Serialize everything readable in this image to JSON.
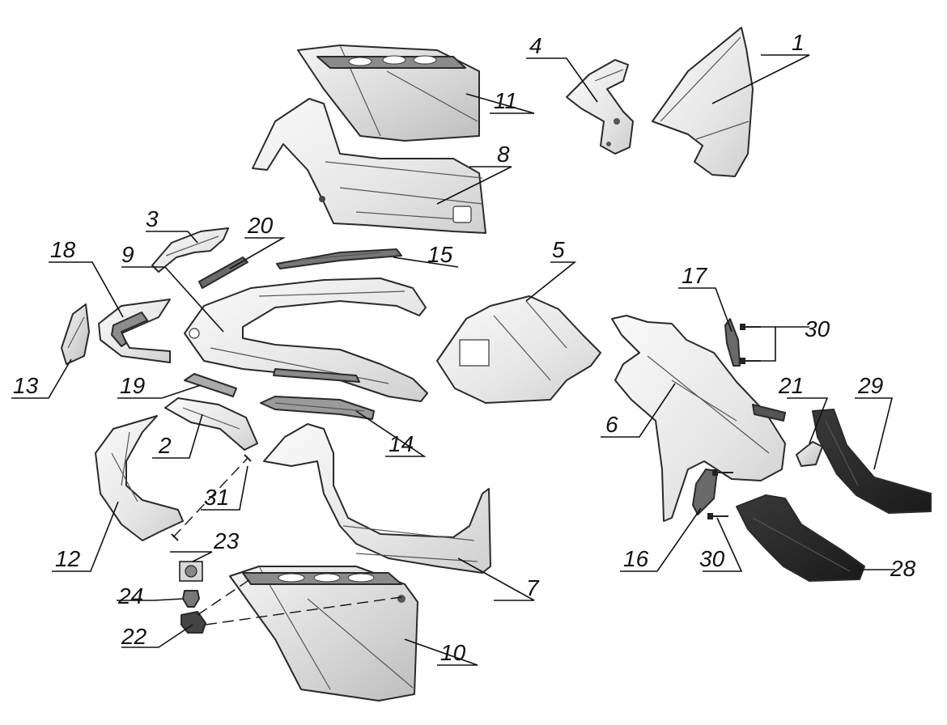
{
  "diagram": {
    "type": "exploded-parts-view",
    "colors": {
      "line": "#2a2a2a",
      "panel_light": "#f2f2f2",
      "panel_mid": "#d9d9d9",
      "panel_dark": "#262626",
      "background": "#ffffff"
    },
    "callouts": [
      {
        "id": "c1",
        "label": "1"
      },
      {
        "id": "c2",
        "label": "2"
      },
      {
        "id": "c3",
        "label": "3"
      },
      {
        "id": "c4",
        "label": "4"
      },
      {
        "id": "c5",
        "label": "5"
      },
      {
        "id": "c6",
        "label": "6"
      },
      {
        "id": "c7",
        "label": "7"
      },
      {
        "id": "c8",
        "label": "8"
      },
      {
        "id": "c9",
        "label": "9"
      },
      {
        "id": "c10",
        "label": "10"
      },
      {
        "id": "c11",
        "label": "11"
      },
      {
        "id": "c12",
        "label": "12"
      },
      {
        "id": "c13",
        "label": "13"
      },
      {
        "id": "c14",
        "label": "14"
      },
      {
        "id": "c15",
        "label": "15"
      },
      {
        "id": "c16",
        "label": "16"
      },
      {
        "id": "c17",
        "label": "17"
      },
      {
        "id": "c18",
        "label": "18"
      },
      {
        "id": "c19",
        "label": "19"
      },
      {
        "id": "c20",
        "label": "20"
      },
      {
        "id": "c21",
        "label": "21"
      },
      {
        "id": "c22",
        "label": "22"
      },
      {
        "id": "c23",
        "label": "23"
      },
      {
        "id": "c24",
        "label": "24"
      },
      {
        "id": "c28",
        "label": "28"
      },
      {
        "id": "c29",
        "label": "29"
      },
      {
        "id": "c30a",
        "label": "30"
      },
      {
        "id": "c30b",
        "label": "30"
      },
      {
        "id": "c31",
        "label": "31"
      }
    ]
  }
}
